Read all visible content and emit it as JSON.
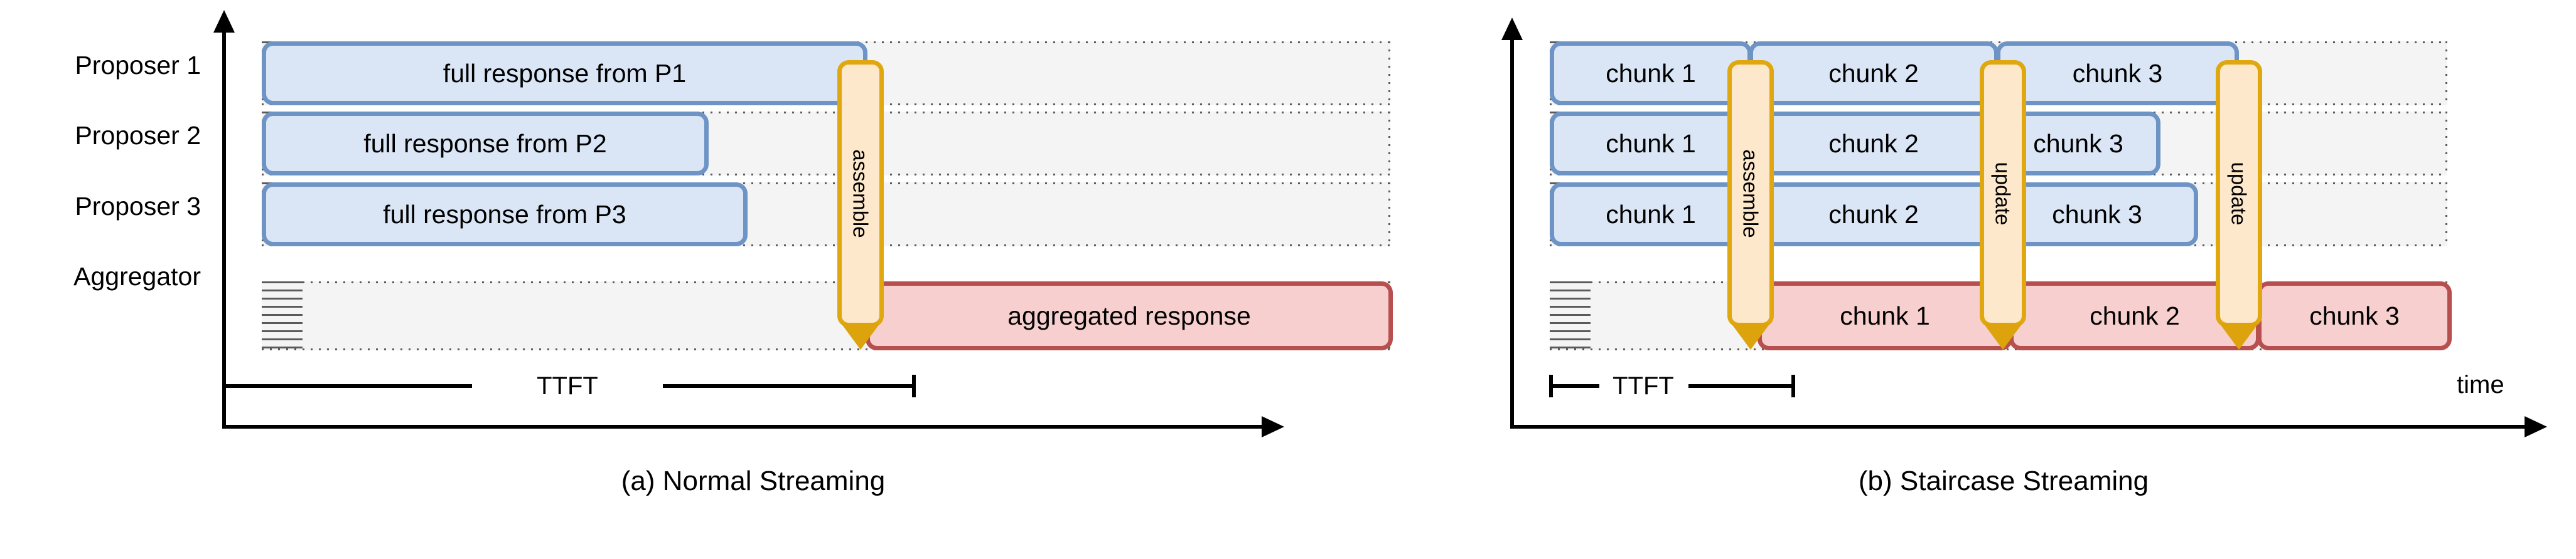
{
  "figure": {
    "panels": [
      {
        "id": "normal-streaming",
        "caption": "(a) Normal Streaming",
        "row_labels": [
          "Proposer 1",
          "Proposer 2",
          "Proposer 3",
          "Aggregator"
        ],
        "ttft_label": "TTFT",
        "time_axis_label": "",
        "boxes": [
          {
            "lane": "Proposer 1",
            "label": "full response from P1",
            "color": "blue"
          },
          {
            "lane": "Proposer 2",
            "label": "full response from P2",
            "color": "blue"
          },
          {
            "lane": "Proposer 3",
            "label": "full response from P3",
            "color": "blue"
          },
          {
            "lane": "Aggregator",
            "label": "aggregated response",
            "color": "red"
          }
        ],
        "callouts": [
          {
            "label": "assemble"
          }
        ]
      },
      {
        "id": "staircase-streaming",
        "caption": "(b) Staircase Streaming",
        "row_labels": [],
        "ttft_label": "TTFT",
        "time_axis_label": "time",
        "boxes": [
          {
            "lane": "Proposer 1",
            "label": "chunk 1",
            "color": "blue"
          },
          {
            "lane": "Proposer 1",
            "label": "chunk 2",
            "color": "blue"
          },
          {
            "lane": "Proposer 1",
            "label": "chunk 3",
            "color": "blue"
          },
          {
            "lane": "Proposer 2",
            "label": "chunk 1",
            "color": "blue"
          },
          {
            "lane": "Proposer 2",
            "label": "chunk 2",
            "color": "blue"
          },
          {
            "lane": "Proposer 2",
            "label": "chunk 3",
            "color": "blue"
          },
          {
            "lane": "Proposer 3",
            "label": "chunk 1",
            "color": "blue"
          },
          {
            "lane": "Proposer 3",
            "label": "chunk 2",
            "color": "blue"
          },
          {
            "lane": "Proposer 3",
            "label": "chunk 3",
            "color": "blue"
          },
          {
            "lane": "Aggregator",
            "label": "chunk 1",
            "color": "red"
          },
          {
            "lane": "Aggregator",
            "label": "chunk 2",
            "color": "red"
          },
          {
            "lane": "Aggregator",
            "label": "chunk 3",
            "color": "red"
          }
        ],
        "callouts": [
          {
            "label": "assemble"
          },
          {
            "label": "update"
          },
          {
            "label": "update"
          }
        ]
      }
    ],
    "colors": {
      "proposer_box_fill": "#dae6f6",
      "proposer_box_border": "#6e93c5",
      "aggregator_box_fill": "#f7cfcf",
      "aggregator_box_border": "#b74f4f",
      "callout_fill": "#fde8cb",
      "callout_border": "#e1a70f",
      "grid_fill": "#f4f4f4",
      "grid_dots": "#5a5a5a",
      "axis": "#000000"
    }
  }
}
